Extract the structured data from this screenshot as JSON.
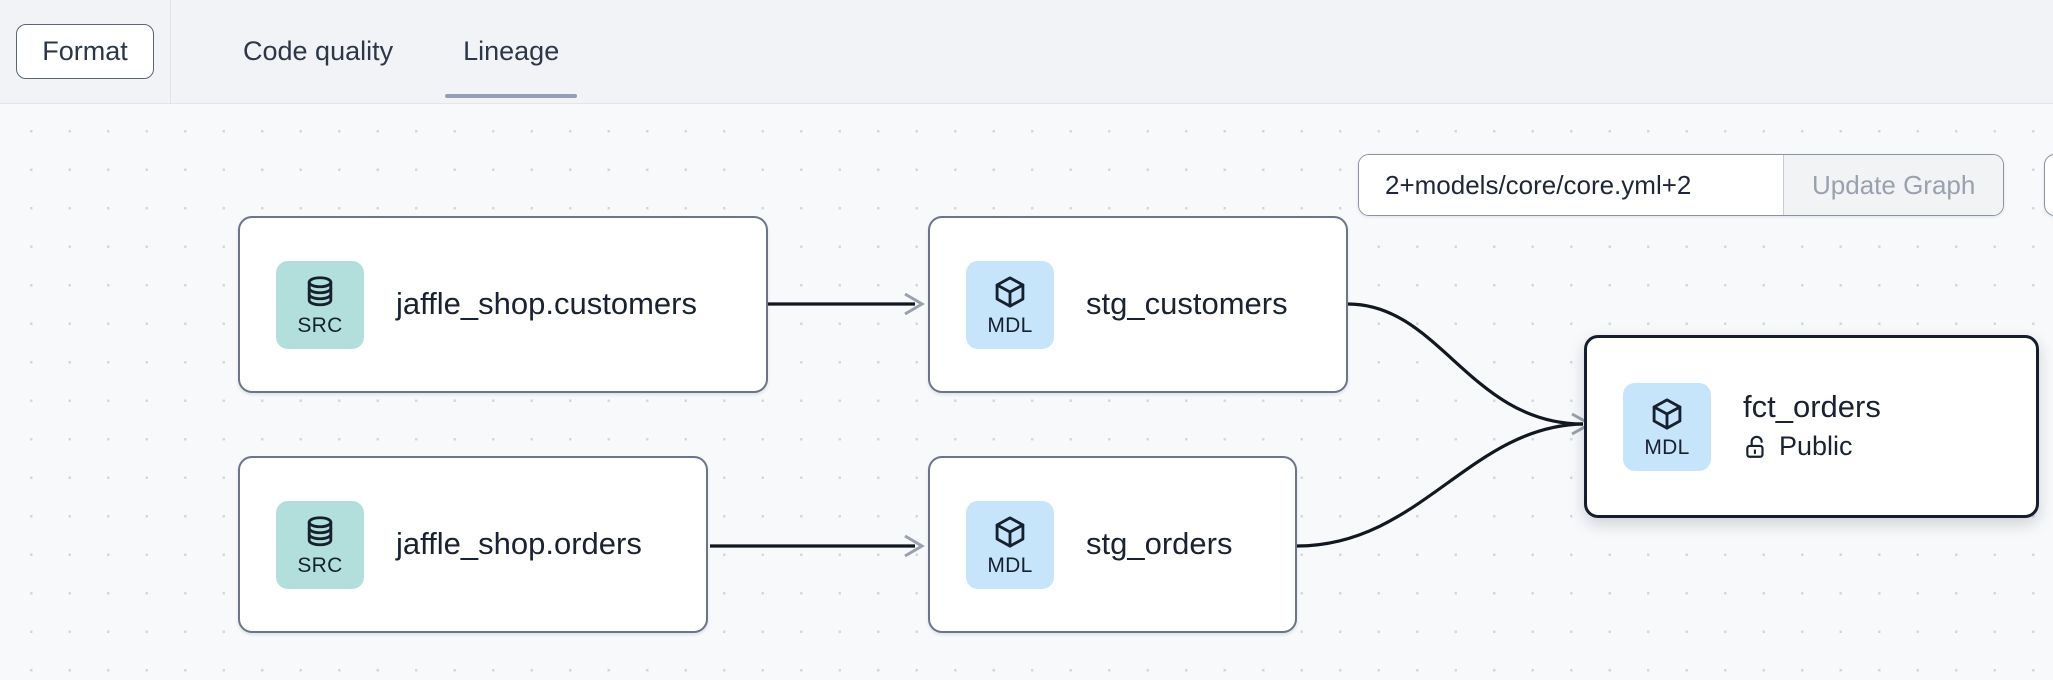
{
  "toolbar": {
    "format_label": "Format",
    "tabs": [
      {
        "label": "Code quality",
        "active": false
      },
      {
        "label": "Lineage",
        "active": true
      }
    ]
  },
  "graph_controls": {
    "selector_value": "2+models/core/core.yml+2",
    "selector_placeholder": "",
    "update_label": "Update Graph"
  },
  "lineage": {
    "nodes": [
      {
        "id": "jaffle_shop_customers",
        "title": "jaffle_shop.customers",
        "badge": "SRC",
        "badge_icon": "database-icon",
        "meta": "",
        "selected": false
      },
      {
        "id": "jaffle_shop_orders",
        "title": "jaffle_shop.orders",
        "badge": "SRC",
        "badge_icon": "database-icon",
        "meta": "",
        "selected": false
      },
      {
        "id": "stg_customers",
        "title": "stg_customers",
        "badge": "MDL",
        "badge_icon": "cube-icon",
        "meta": "",
        "selected": false
      },
      {
        "id": "stg_orders",
        "title": "stg_orders",
        "badge": "MDL",
        "badge_icon": "cube-icon",
        "meta": "",
        "selected": false
      },
      {
        "id": "fct_orders",
        "title": "fct_orders",
        "badge": "MDL",
        "badge_icon": "cube-icon",
        "meta": "Public",
        "meta_icon": "unlock-icon",
        "selected": true
      }
    ],
    "edges": [
      {
        "from": "jaffle_shop_customers",
        "to": "stg_customers"
      },
      {
        "from": "jaffle_shop_orders",
        "to": "stg_orders"
      },
      {
        "from": "stg_customers",
        "to": "fct_orders"
      },
      {
        "from": "stg_orders",
        "to": "fct_orders"
      }
    ]
  },
  "colors": {
    "src_badge": "#b2dfdb",
    "mdl_badge": "#c6e5fa",
    "node_border": "#6b7488",
    "selected_border": "#151d2e",
    "tab_underline": "#93a0b3",
    "canvas_bg": "#f7f9fb",
    "toolbar_bg": "#f1f3f6"
  }
}
